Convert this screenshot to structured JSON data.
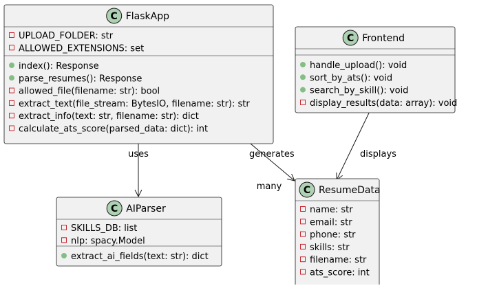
{
  "colors": {
    "class_fill": "#F1F1F1",
    "class_border": "#181818",
    "stereotype_fill": "#ADD1B2",
    "edge": "#181818",
    "private_marker": "#C82930",
    "public_marker": "#84BE84",
    "text": "#000000"
  },
  "classes": [
    {
      "id": "flaskapp",
      "stereotype_letter": "C",
      "name": "FlaskApp",
      "fields": [
        {
          "visibility": "private",
          "text": "UPLOAD_FOLDER: str"
        },
        {
          "visibility": "private",
          "text": "ALLOWED_EXTENSIONS: set"
        }
      ],
      "methods": [
        {
          "visibility": "public",
          "text": "index(): Response"
        },
        {
          "visibility": "public",
          "text": "parse_resumes(): Response"
        },
        {
          "visibility": "private",
          "text": "allowed_file(filename: str): bool"
        },
        {
          "visibility": "private",
          "text": "extract_text(file_stream: BytesIO, filename: str): str"
        },
        {
          "visibility": "private",
          "text": "extract_info(text: str, filename: str): dict"
        },
        {
          "visibility": "private",
          "text": "calculate_ats_score(parsed_data: dict): int"
        }
      ]
    },
    {
      "id": "frontend",
      "stereotype_letter": "C",
      "name": "Frontend",
      "fields": [],
      "methods": [
        {
          "visibility": "public",
          "text": "handle_upload(): void"
        },
        {
          "visibility": "public",
          "text": "sort_by_ats(): void"
        },
        {
          "visibility": "public",
          "text": "search_by_skill(): void"
        },
        {
          "visibility": "private",
          "text": "display_results(data: array): void"
        }
      ]
    },
    {
      "id": "aiparser",
      "stereotype_letter": "C",
      "name": "AIParser",
      "fields": [
        {
          "visibility": "private",
          "text": "SKILLS_DB: list"
        },
        {
          "visibility": "private",
          "text": "nlp: spacy.Model"
        }
      ],
      "methods": [
        {
          "visibility": "public",
          "text": "extract_ai_fields(text: str): dict"
        }
      ]
    },
    {
      "id": "resumedata",
      "stereotype_letter": "C",
      "name": "ResumeData",
      "fields": [
        {
          "visibility": "private",
          "text": "name: str"
        },
        {
          "visibility": "private",
          "text": "email: str"
        },
        {
          "visibility": "private",
          "text": "phone: str"
        },
        {
          "visibility": "private",
          "text": "skills: str"
        },
        {
          "visibility": "private",
          "text": "filename: str"
        },
        {
          "visibility": "private",
          "text": "ats_score: int"
        }
      ],
      "methods": []
    }
  ],
  "relations": [
    {
      "id": "flask-to-aiparser",
      "from": "flaskapp",
      "to": "aiparser",
      "kind": "association",
      "label": "uses",
      "multiplicity": ""
    },
    {
      "id": "flask-to-resumedata",
      "from": "flaskapp",
      "to": "resumedata",
      "kind": "aggregation",
      "label": "generates",
      "multiplicity": "many"
    },
    {
      "id": "frontend-to-resumedata",
      "from": "frontend",
      "to": "resumedata",
      "kind": "association",
      "label": "displays",
      "multiplicity": ""
    }
  ]
}
